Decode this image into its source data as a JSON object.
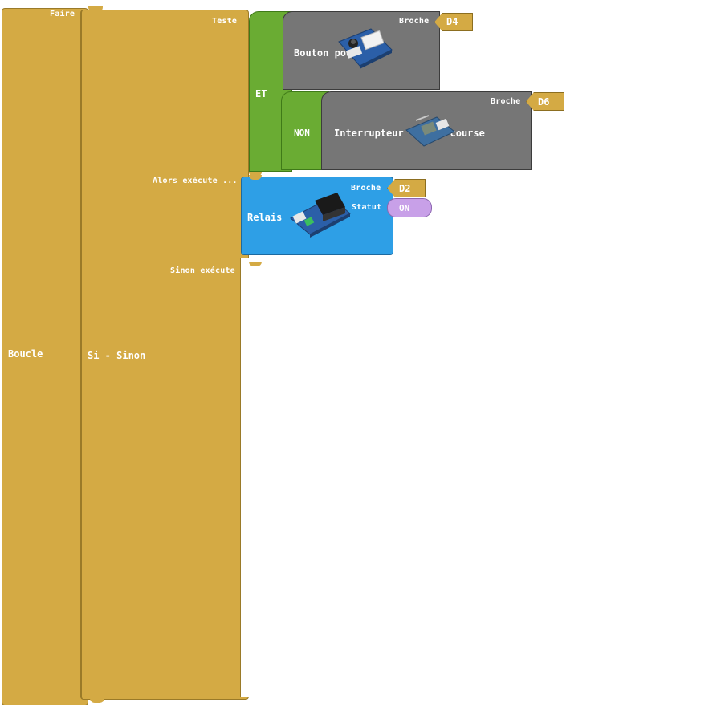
{
  "colors": {
    "loop": "#d4aa44",
    "logic": "#6aac33",
    "sensor": "#767676",
    "actuator": "#2e9fe6",
    "state": "#c8a0e8",
    "text": "#ffffff"
  },
  "loop_block": {
    "label": "Boucle",
    "slot_label": "Faire"
  },
  "if_block": {
    "label": "Si - Sinon",
    "test_label": "Teste",
    "then_label": "Alors exécute ...",
    "else_label": "Sinon exécute"
  },
  "and_block": {
    "label": "ET"
  },
  "not_block": {
    "label": "NON"
  },
  "button_block": {
    "label": "Bouton poussoir.",
    "pin_label": "Broche",
    "pin_value": "D4",
    "image_icon": "push-button-module-icon"
  },
  "limit_switch_block": {
    "label": "Interrupteur fin de course",
    "pin_label": "Broche",
    "pin_value": "D6",
    "image_icon": "limit-switch-module-icon"
  },
  "relay_block": {
    "label": "Relais",
    "pin_label": "Broche",
    "pin_value": "D2",
    "state_label": "Statut",
    "state_value": "ON",
    "image_icon": "relay-module-icon"
  }
}
